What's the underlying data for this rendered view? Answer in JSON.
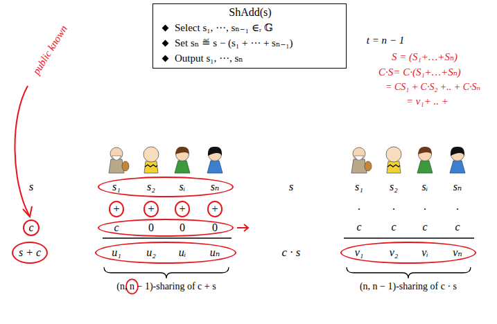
{
  "diagram": {
    "nodes": [
      {
        "text": [
          "ShAdd(s)",
          "Select s₁, ⋯, sₙ₋₁ ∈ᵣ 𝔾",
          "Set sₙ ≝ s − (s₁ + ⋯ + sₙ₋₁)",
          "Output s₁, ⋯, sₙ"
        ]
      },
      {
        "text": [
          "s₁",
          "s₂",
          "sᵢ",
          "sₙ"
        ]
      },
      {
        "text": [
          "+"
        ]
      },
      {
        "text": [
          "+"
        ]
      },
      {
        "text": [
          "+"
        ]
      },
      {
        "text": [
          "+"
        ]
      },
      {
        "text": [
          "c",
          "0",
          "0",
          "0"
        ]
      },
      {
        "text": [
          "u₁",
          "u₂",
          "uᵢ",
          "uₙ"
        ]
      },
      {
        "text": [
          "c"
        ]
      },
      {
        "text": [
          "s + c"
        ]
      },
      {
        "text": [
          "v₁",
          "v₂",
          "vᵢ",
          "vₙ"
        ]
      }
    ],
    "labels": [
      "t = n − 1",
      "public known",
      "S = (S₁+…+Sₙ)",
      "C·S= C·(S₁+…+Sₙ)",
      "= CS₁ + C·S₂ +.. + C·Sₙ",
      "= v₁+ .. +",
      "s",
      "s",
      "s₁",
      "s₂",
      "sᵢ",
      "sₙ",
      ".",
      ".",
      ".",
      ".",
      "c",
      "c",
      "c",
      "c",
      "c · s",
      "(n, n − 1)-sharing of c + s",
      "(n, n − 1)-sharing of c · s"
    ]
  }
}
